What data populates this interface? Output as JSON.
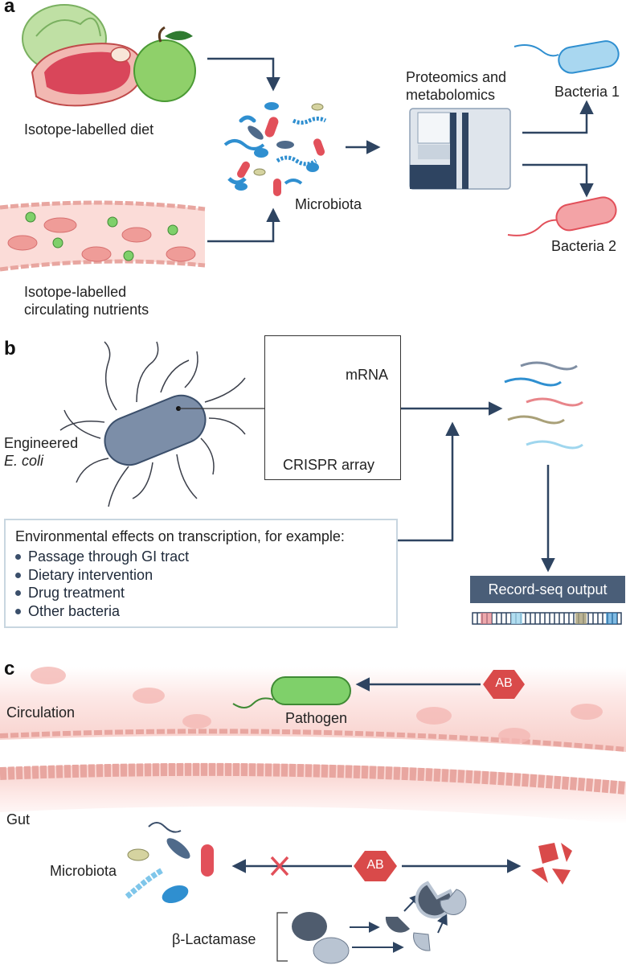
{
  "panels": {
    "a": {
      "letter": "a",
      "diet_label": "Isotope-labelled diet",
      "circulating_label_line1": "Isotope-labelled",
      "circulating_label_line2": "circulating nutrients",
      "microbiota_label": "Microbiota",
      "instrument_label_line1": "Proteomics and",
      "instrument_label_line2": "metabolomics",
      "bacteria1_label": "Bacteria 1",
      "bacteria2_label": "Bacteria 2"
    },
    "b": {
      "letter": "b",
      "ecoli_label_line1": "Engineered",
      "ecoli_label_line2": "E. coli",
      "mrna_label": "mRNA",
      "crispr_label": "CRISPR array",
      "env_title": "Environmental effects on transcription, for example:",
      "env_items": [
        "Passage through GI tract",
        "Dietary intervention",
        "Drug treatment",
        "Other bacteria"
      ],
      "record_label": "Record-seq output"
    },
    "c": {
      "letter": "c",
      "circulation_label": "Circulation",
      "pathogen_label": "Pathogen",
      "gut_label": "Gut",
      "microbiota_label": "Microbiota",
      "ab_label_top": "AB",
      "ab_label_bottom": "AB",
      "lactamase_label": "β-Lactamase"
    }
  },
  "colors": {
    "arrow": "#2e4461",
    "bacteria_blue": "#2f8fd0",
    "bacteria_red": "#e2505a",
    "ab_red": "#d94a4a",
    "pathogen_green": "#6cc24a",
    "vessel_pink": "#f6d0cc"
  }
}
